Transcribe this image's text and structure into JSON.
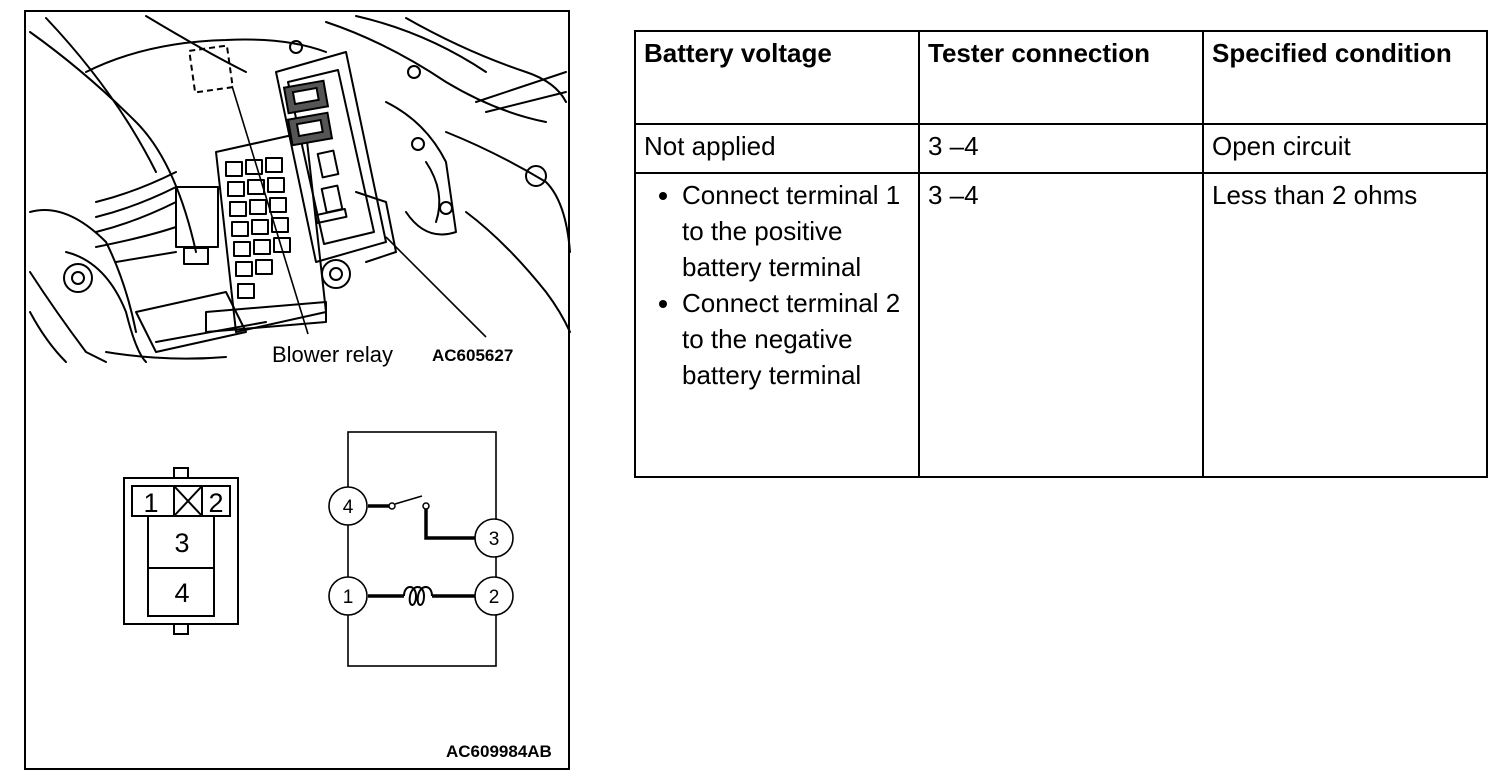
{
  "figure": {
    "photo_label": "Blower relay",
    "photo_code": "AC605627",
    "figure_code": "AC609984AB",
    "connector_pins": {
      "top_left": "1",
      "top_right": "2",
      "middle": "3",
      "bottom": "4"
    },
    "circuit_terminals": {
      "t4": "4",
      "t3": "3",
      "t1": "1",
      "t2": "2"
    }
  },
  "table": {
    "headers": [
      "Battery voltage",
      "Tester connection",
      "Specified condition"
    ],
    "rows": [
      {
        "battery_voltage": "Not applied",
        "tester_connection": "3 –4",
        "condition": "Open circuit"
      },
      {
        "battery_voltage_steps": [
          "Connect terminal 1 to the positive battery terminal",
          "Connect terminal 2 to the negative battery terminal"
        ],
        "tester_connection": "3 –4",
        "condition": "Less than 2 ohms"
      }
    ]
  }
}
